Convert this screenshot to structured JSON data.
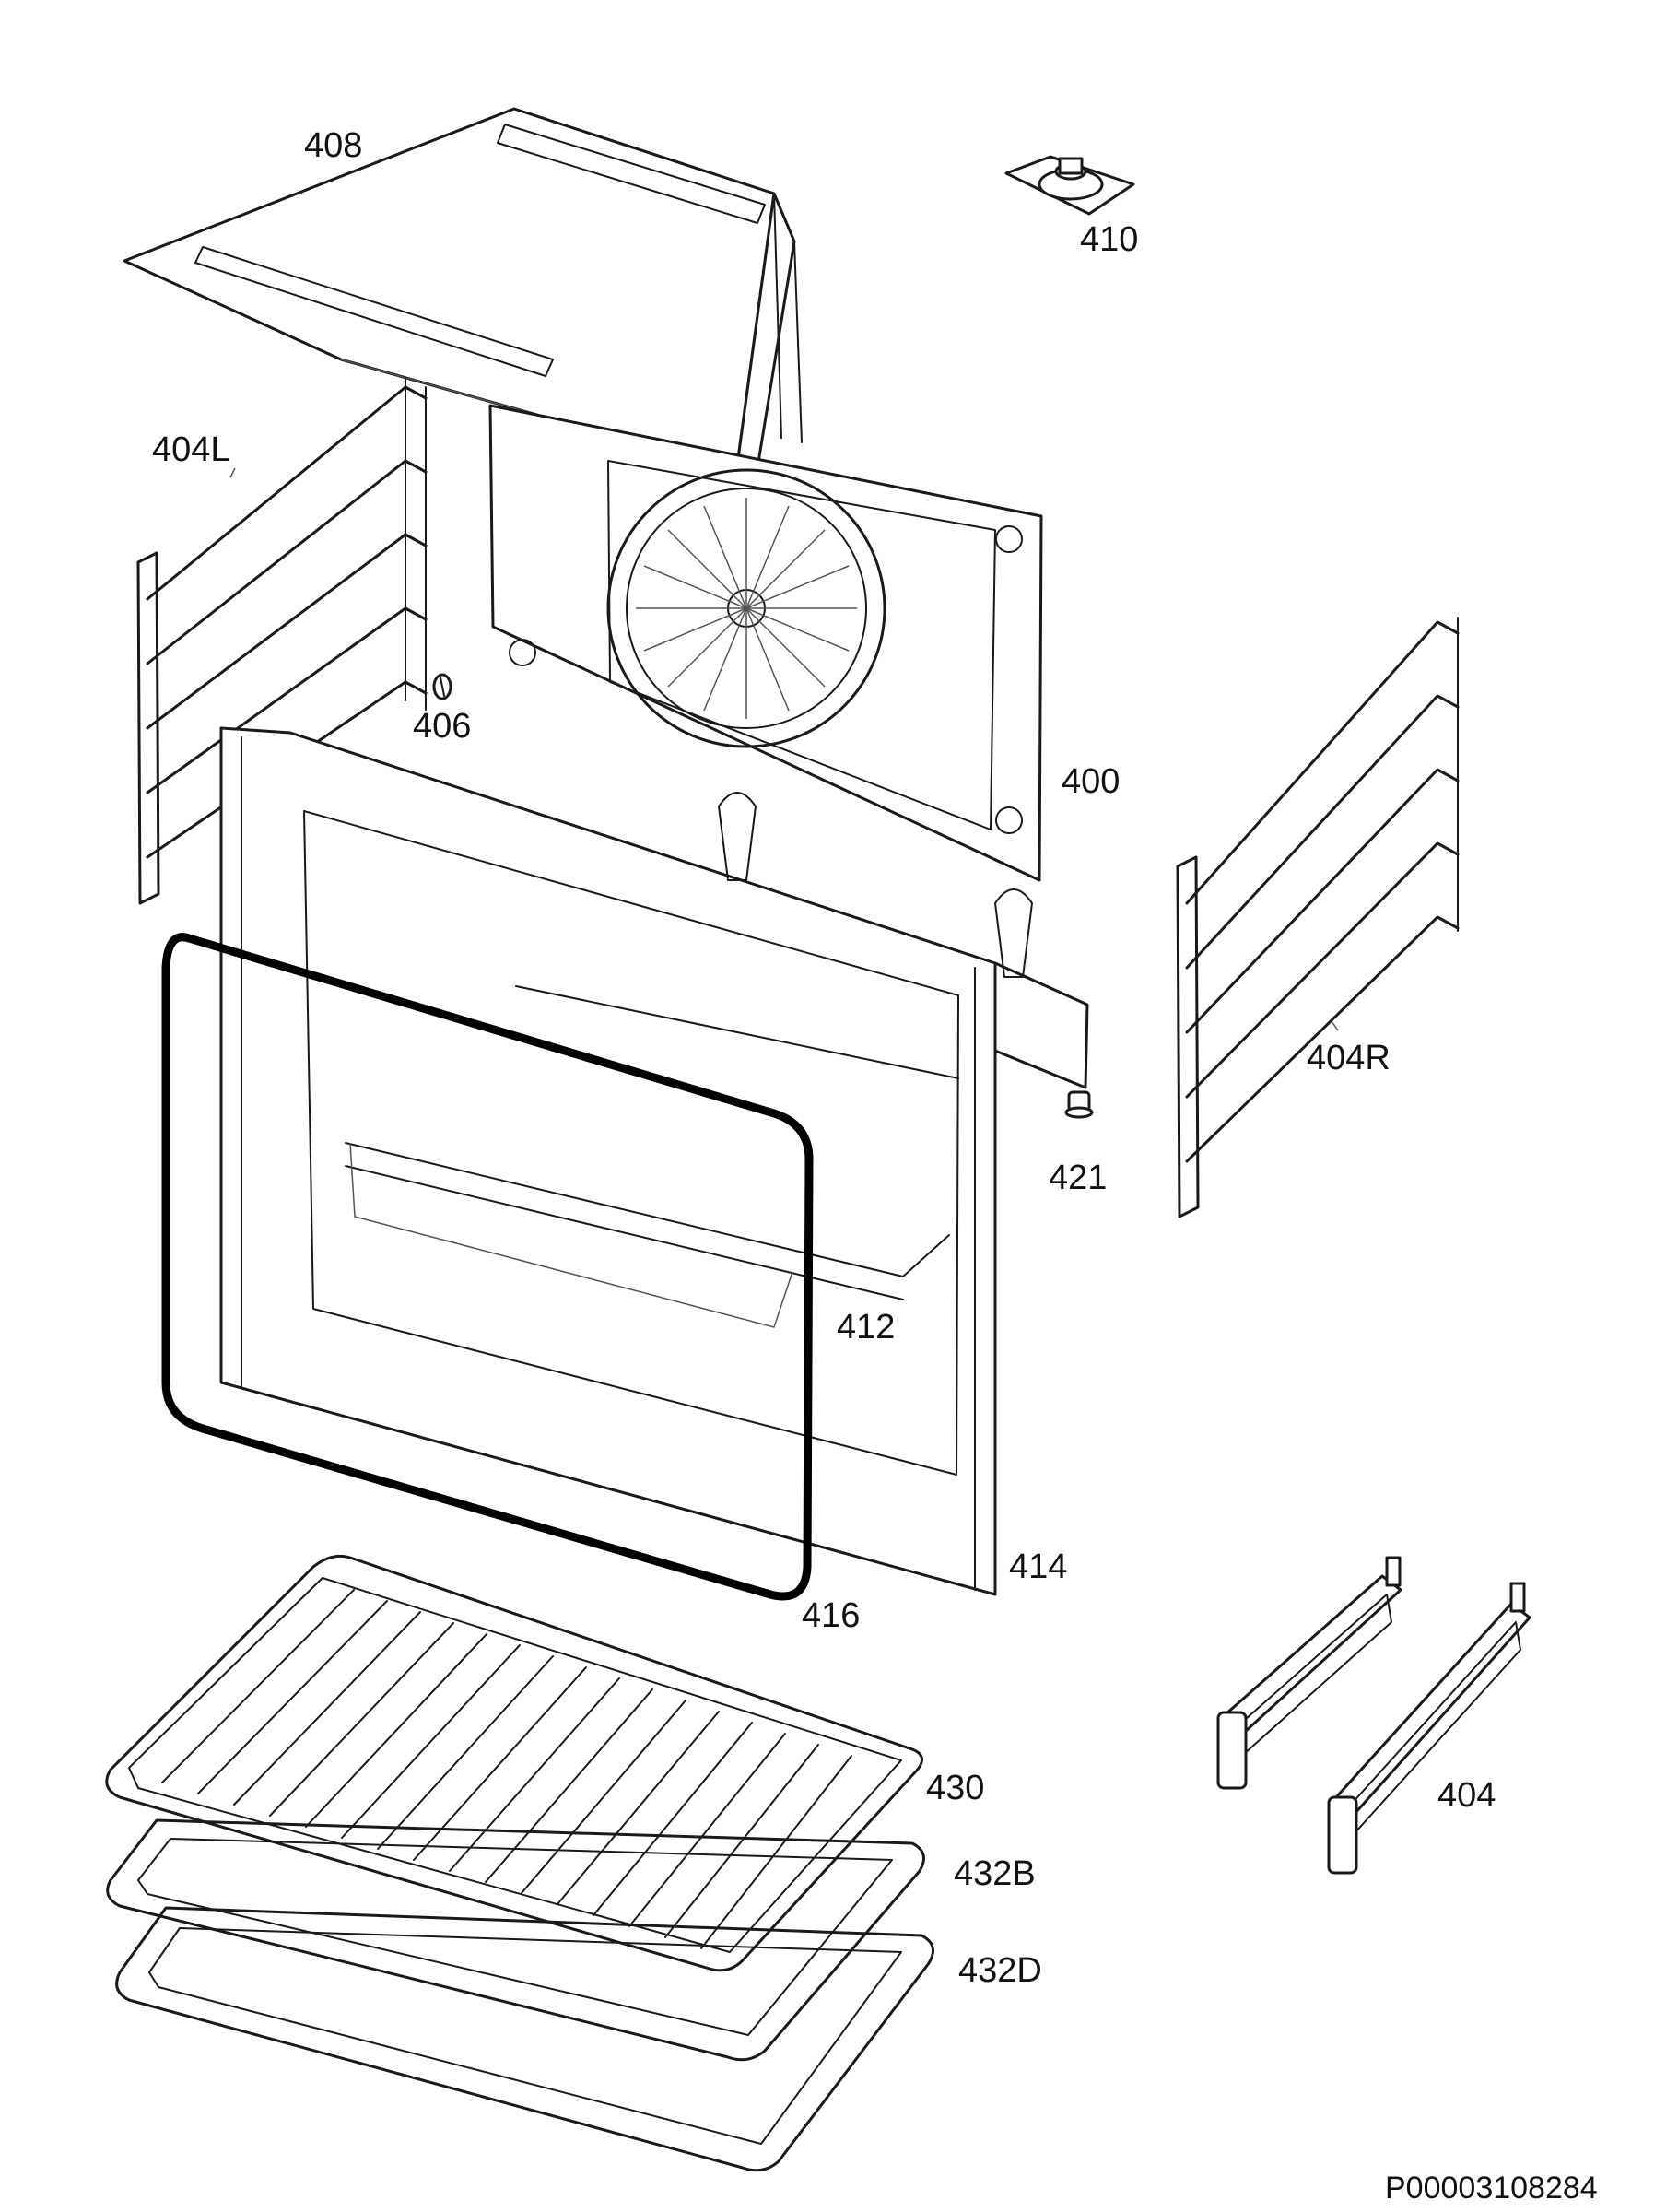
{
  "labels": {
    "p408": "408",
    "p410": "410",
    "p404l": "404L",
    "p406": "406",
    "p400": "400",
    "p404r": "404R",
    "p421": "421",
    "p412": "412",
    "p414": "414",
    "p416": "416",
    "p430": "430",
    "p432b": "432B",
    "p432d": "432D",
    "p404": "404"
  },
  "document_number": "P00003108284"
}
